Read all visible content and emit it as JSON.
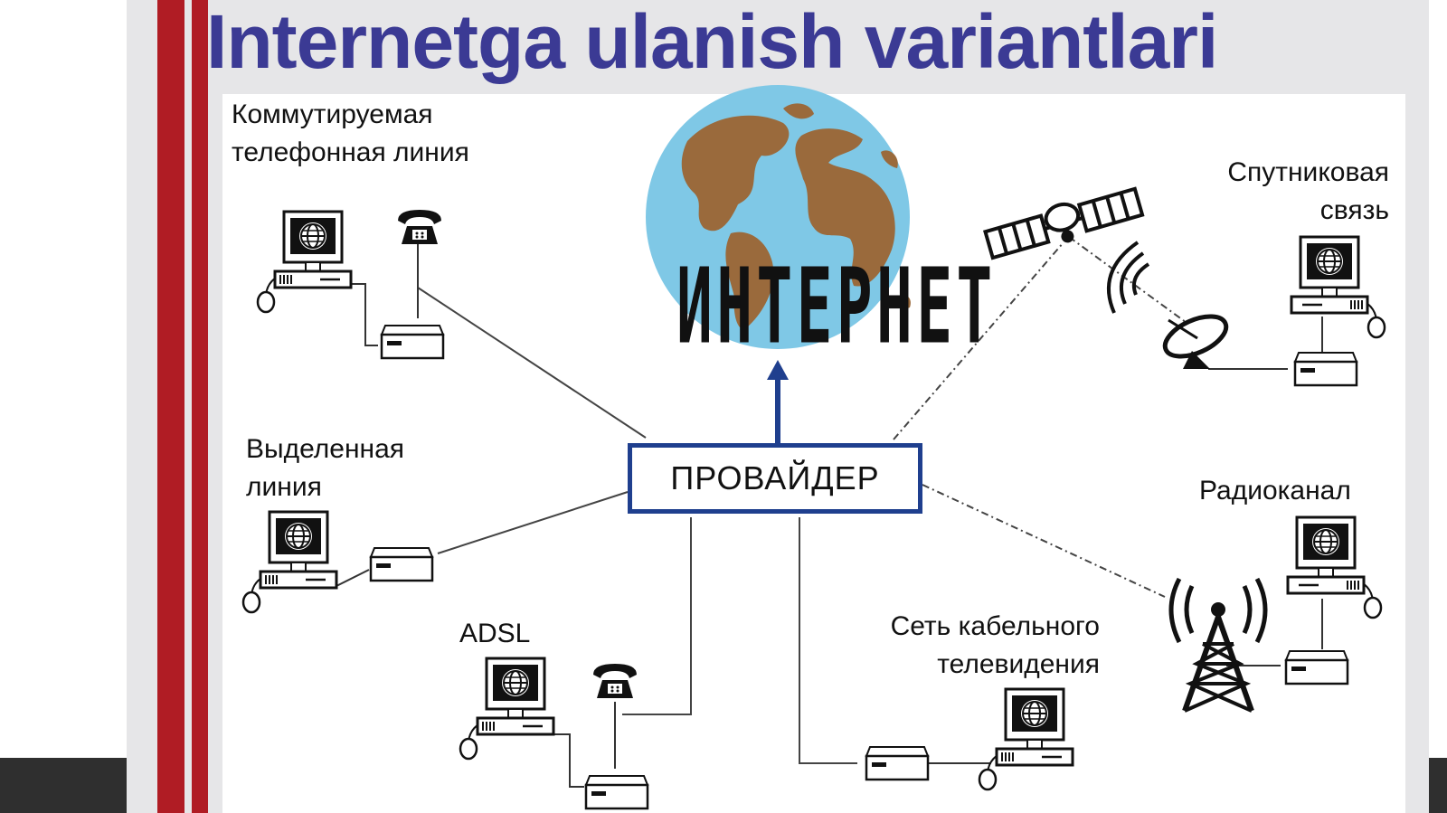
{
  "slide": {
    "title": "Internetga ulanish variantlari",
    "colors": {
      "title": "#3b3a94",
      "accent_bars": "#b01c24",
      "provider_border": "#1f3f8e",
      "arrow": "#1f3f8e"
    }
  },
  "diagram": {
    "center": {
      "internet_label": "ИНТЕРНЕТ",
      "provider_label": "ПРОВАЙДЕР"
    },
    "connections": {
      "dialup": {
        "label_line1": "Коммутируемая",
        "label_line2": "телефонная линия"
      },
      "leased": {
        "label_line1": "Выделенная",
        "label_line2": "линия"
      },
      "adsl": {
        "label": "ADSL"
      },
      "cable": {
        "label_line1": "Сеть кабельного",
        "label_line2": "телевидения"
      },
      "satellite": {
        "label_line1": "Спутниковая",
        "label_line2": "связь"
      },
      "radio": {
        "label": "Радиоканал"
      }
    },
    "icons": [
      "globe-icon",
      "computer-icon",
      "telephone-icon",
      "modem-icon",
      "satellite-icon",
      "satellite-dish-icon",
      "radio-tower-icon",
      "mouse-icon"
    ]
  }
}
